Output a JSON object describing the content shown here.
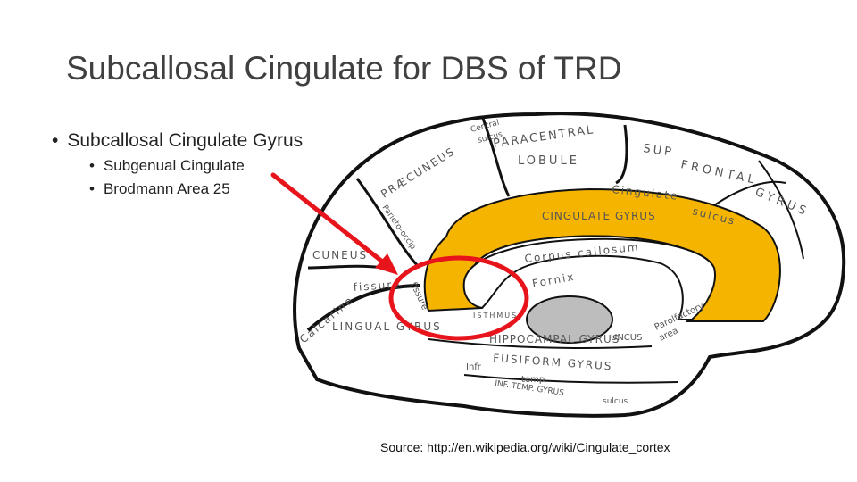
{
  "slide": {
    "title": "Subcallosal Cingulate for DBS of TRD",
    "bullets": [
      {
        "text": "Subcallosal Cingulate Gyrus",
        "sub": [
          "Subgenual Cingulate",
          "Brodmann Area 25"
        ]
      }
    ],
    "source": "Source: http://en.wikipedia.org/wiki/Cingulate_cortex"
  },
  "diagram": {
    "labels": {
      "central_sulcus_1": "Central",
      "central_sulcus_2": "sulcus",
      "paracentral": "PARACENTRAL",
      "lobule": "LOBULE",
      "sup": "SUP",
      "frontal": "FRONTAL",
      "gyrus": "GYRUS",
      "praecuneus": "PRÆCUNEUS",
      "parieto_occip": "Parieto-occip",
      "cingulate_sulcus": "Cingulate",
      "sulcus": "sulcus",
      "cingulate_gyrus": "CINGULATE GYRUS",
      "corpus_callosum": "Corpus callosum",
      "fornix": "Fornix",
      "cuneus": "CUNEUS",
      "fissure_1": "fissure",
      "fissure_2": "fissure",
      "calcarine": "Calcarine",
      "lingual_gyrus": "LINGUAL GYRUS",
      "isthmus": "ISTHMUS",
      "hippocampal_gyrus": "HIPPOCAMPAL GYRUS",
      "uncus": "UNCUS",
      "parolfactory_1": "Parolfactory",
      "parolfactory_2": "area",
      "infr": "Infr",
      "fusiform_gyrus": "FUSIFORM GYRUS",
      "temp": "temp.",
      "inf_temp_gyrus": "INF. TEMP. GYRUS",
      "sulcus_bottom": "sulcus"
    },
    "colors": {
      "cingulate": "#f5b400",
      "annotation": "#e8141c",
      "thalamus": "#bdbdbd"
    }
  }
}
